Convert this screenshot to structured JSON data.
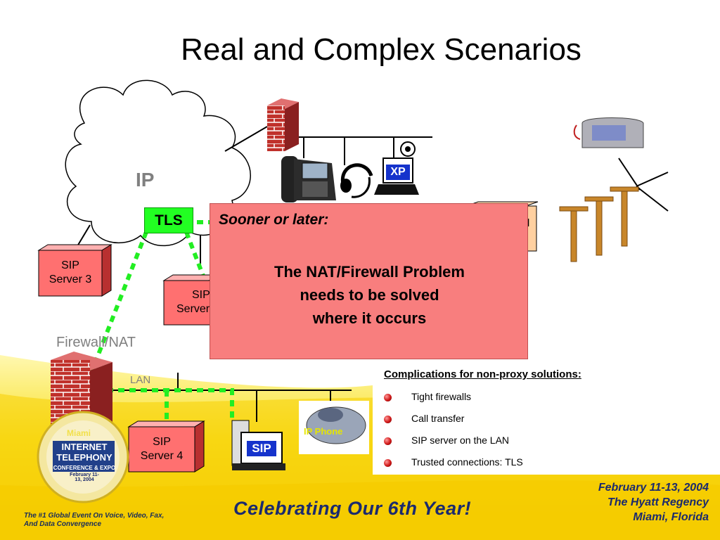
{
  "title": "Real and Complex Scenarios",
  "network": {
    "cloud_label": "IP",
    "tls_label": "TLS",
    "firewall_label": "Firewall/NAT",
    "lan_label": "LAN",
    "xp_label": "XP",
    "sip_screen_label": "SIP",
    "ip_phone_label": "IP Phone",
    "servers": [
      {
        "line1": "SIP",
        "line2": "Server 3"
      },
      {
        "line1": "SIP",
        "line2": "Server"
      },
      {
        "line1": "SIP",
        "line2": "Server 4"
      }
    ],
    "gateway_fragment": {
      "line1": "N",
      "line2": "y"
    }
  },
  "popup": {
    "lead": "Sooner or later:",
    "body": [
      "The NAT/Firewall Problem",
      "needs to be solved",
      "where it occurs"
    ]
  },
  "notes": {
    "title": "Complications for non-proxy solutions:",
    "bullets": [
      "Tight firewalls",
      "Call transfer",
      "SIP server on the LAN",
      "Trusted connections: TLS"
    ]
  },
  "footer": {
    "tagline": "The #1 Global Event On Voice, Video, Fax, And Data Convergence",
    "celebrate": "Celebrating Our 6th Year!",
    "event": [
      "February 11-13, 2004",
      "The Hyatt Regency",
      "Miami, Florida"
    ],
    "badge": {
      "city": "Miami",
      "lines": [
        "INTERNET",
        "TELEPHONY",
        "CONFERENCE & EXPO"
      ],
      "date": "February 11-13, 2004"
    }
  },
  "colors": {
    "popup_bg": "#f87e7e",
    "tls_green": "#22ff22",
    "server_red": "#ff7070",
    "footer_yellow": "#f6d800",
    "brick_red": "#c0312b"
  }
}
